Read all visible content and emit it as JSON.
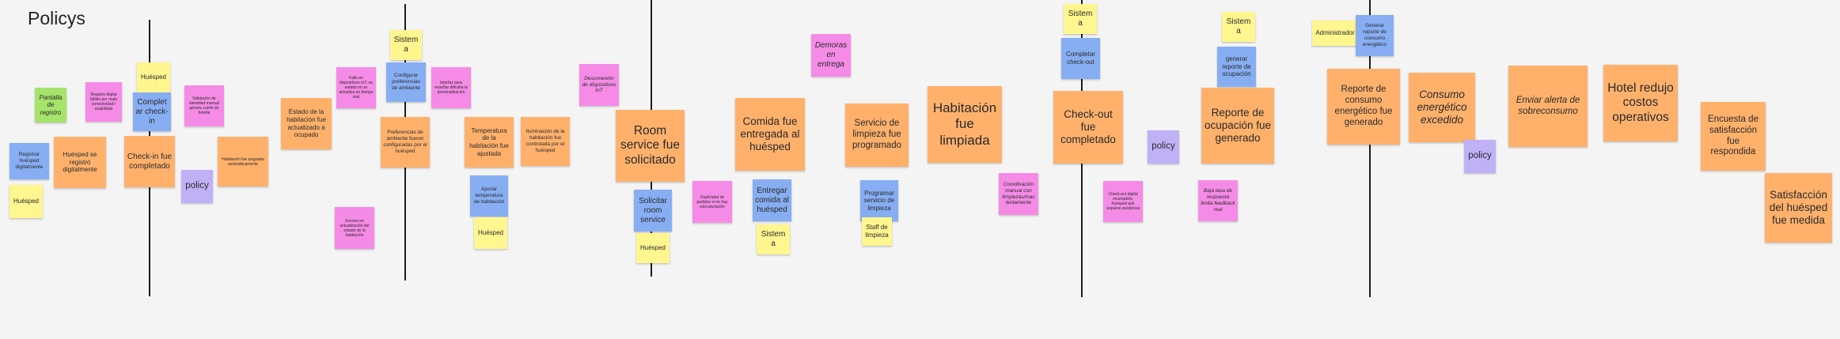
{
  "board": {
    "title": "Policys"
  },
  "notes": [
    {
      "text": "Pantalla de registro",
      "color": "green",
      "italic": true
    },
    {
      "text": "Registro digital fallido por mala conectividad / usabilidad",
      "color": "pink"
    },
    {
      "text": "Registrar huésped digitalmente",
      "color": "blue"
    },
    {
      "text": "Huésped se registró digitalmente",
      "color": "orange"
    },
    {
      "text": "Huésped",
      "color": "yellow"
    },
    {
      "text": "Huésped",
      "color": "yellow"
    },
    {
      "text": "Completar check-in",
      "color": "blue"
    },
    {
      "text": "Validación de identidad manual genera cuello de botella",
      "color": "pink"
    },
    {
      "text": "Check-in fue completado",
      "color": "orange"
    },
    {
      "text": "policy",
      "color": "purple"
    },
    {
      "text": "Habitación fue asignada automáticamente",
      "color": "orange"
    },
    {
      "text": "Estado de la habitación fue actualizado a ocupado",
      "color": "orange"
    },
    {
      "text": "Fallo en dispositivos IoT: un estado no se actualiza en tiempo real",
      "color": "pink"
    },
    {
      "text": "Errores en actualización del estado de la habitación",
      "color": "pink"
    },
    {
      "text": "Sistema",
      "color": "yellow"
    },
    {
      "text": "Configurar preferencias de ambiente",
      "color": "blue"
    },
    {
      "text": "Interfaz para enseñar dificulta la personalización",
      "color": "pink"
    },
    {
      "text": "Preferencias de ambiente fueron configuradas por el huésped",
      "color": "orange"
    },
    {
      "text": "Temperatura de la habitación fue ajustada",
      "color": "orange"
    },
    {
      "text": "Iluminación de la habitación fue controlada por el huésped",
      "color": "orange"
    },
    {
      "text": "Ajustar temperatura de habitación",
      "color": "blue"
    },
    {
      "text": "Huésped",
      "color": "yellow"
    },
    {
      "text": "Desconexión de dispositivos IoT",
      "color": "pink",
      "italic": true
    },
    {
      "text": "Room service fue solicitado",
      "color": "orange"
    },
    {
      "text": "Solicitar room service",
      "color": "blue"
    },
    {
      "text": "Huésped",
      "color": "yellow"
    },
    {
      "text": "Duplicidad de pedidos si no hay sincronización",
      "color": "pink",
      "italic": true
    },
    {
      "text": "Comida fue entregada al huésped",
      "color": "orange"
    },
    {
      "text": "Entregar comida al huésped",
      "color": "blue"
    },
    {
      "text": "Sistema",
      "color": "yellow"
    },
    {
      "text": "Demoras en entrega",
      "color": "pink",
      "italic": true
    },
    {
      "text": "Servicio de limpieza fue programado",
      "color": "orange"
    },
    {
      "text": "Programar servicio de limpieza",
      "color": "blue"
    },
    {
      "text": "Staff de limpieza",
      "color": "yellow"
    },
    {
      "text": "Habitación fue limpiada",
      "color": "orange"
    },
    {
      "text": "Coordinación manual con limpiezas/mas lentamente",
      "color": "pink",
      "italic": true
    },
    {
      "text": "Sistema",
      "color": "yellow"
    },
    {
      "text": "Completar check-out",
      "color": "blue"
    },
    {
      "text": "Check-out fue completado",
      "color": "orange"
    },
    {
      "text": "Check-out digital incompleto, huésped aún requiere asistencia",
      "color": "pink",
      "italic": true
    },
    {
      "text": "policy",
      "color": "purple"
    },
    {
      "text": "Sistema",
      "color": "yellow"
    },
    {
      "text": "generar reporte de ocupación",
      "color": "blue"
    },
    {
      "text": "Reporte de ocupación fue generado",
      "color": "orange"
    },
    {
      "text": "Baja tasa de respuesta limita feedback real",
      "color": "pink",
      "italic": true
    },
    {
      "text": "Administrador",
      "color": "yellow"
    },
    {
      "text": "Generar reporte de consumo energético",
      "color": "blue"
    },
    {
      "text": "Reporte de consumo energético fue generado",
      "color": "orange"
    },
    {
      "text": "Consumo energético excedido",
      "color": "orange",
      "italic": true
    },
    {
      "text": "policy",
      "color": "purple"
    },
    {
      "text": "Enviar alerta de sobreconsumo",
      "color": "orange",
      "italic": true
    },
    {
      "text": "Hotel redujo costos operativos",
      "color": "orange"
    },
    {
      "text": "Encuesta de satisfacción fue respondida",
      "color": "orange"
    },
    {
      "text": "Satisfacción del huésped fue medida",
      "color": "orange"
    }
  ]
}
